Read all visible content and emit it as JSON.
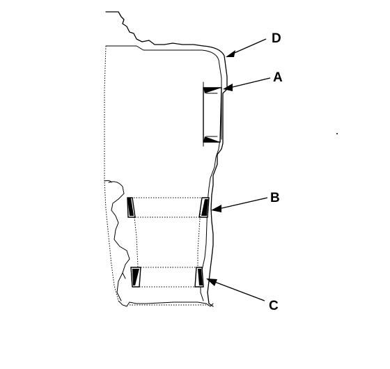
{
  "diagram": {
    "callouts": [
      {
        "id": "D",
        "label": "D"
      },
      {
        "id": "A",
        "label": "A"
      },
      {
        "id": "B",
        "label": "B"
      },
      {
        "id": "C",
        "label": "C"
      }
    ]
  }
}
